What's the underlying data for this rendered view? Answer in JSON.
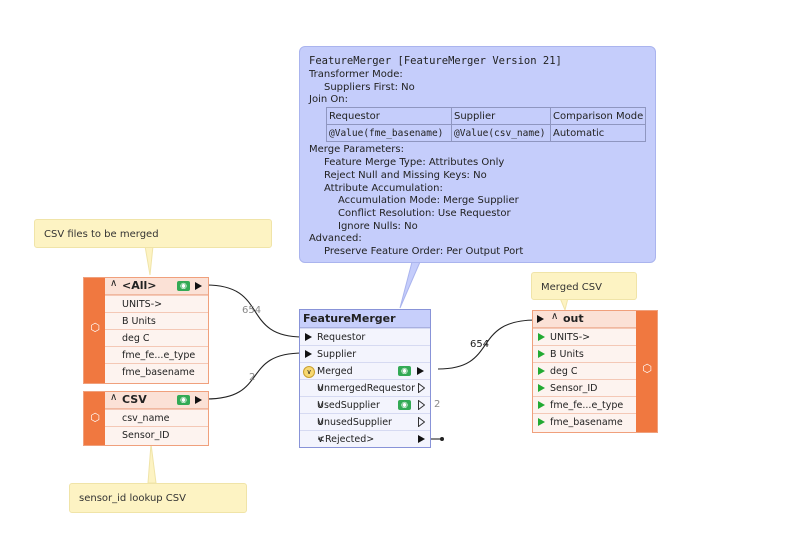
{
  "annotations": {
    "csv_files": "CSV files to be merged",
    "sensor_lookup": "sensor_id lookup CSV",
    "merged_csv": "Merged CSV"
  },
  "summary": {
    "title": "FeatureMerger [FeatureMerger Version 21]",
    "transformer_mode": "Transformer Mode:",
    "suppliers_first": "Suppliers First: No",
    "join_on": "Join On:",
    "join_table": {
      "headers": [
        "Requestor",
        "Supplier",
        "Comparison Mode"
      ],
      "row": [
        "@Value(fme_basename)",
        "@Value(csv_name)",
        "Automatic"
      ]
    },
    "merge_parameters": "Merge Parameters:",
    "feature_merge_type": "Feature Merge Type: Attributes Only",
    "reject_null": "Reject Null and Missing Keys: No",
    "attribute_accumulation": "Attribute Accumulation:",
    "accumulation_mode": "Accumulation Mode: Merge Supplier",
    "conflict_resolution": "Conflict Resolution: Use Requestor",
    "ignore_nulls": "Ignore Nulls: No",
    "advanced": "Advanced:",
    "preserve_order": "Preserve Feature Order: Per Output Port"
  },
  "reader_all": {
    "title": "<All>",
    "attributes": [
      "UNITS->",
      "B Units",
      "deg C",
      "fme_fe...e_type",
      "fme_basename"
    ]
  },
  "reader_csv": {
    "title": "CSV",
    "attributes": [
      "csv_name",
      "Sensor_ID"
    ]
  },
  "feature_merger": {
    "title": "FeatureMerger",
    "inputs": [
      "Requestor",
      "Supplier"
    ],
    "outputs": [
      "Merged",
      "UnmergedRequestor",
      "UsedSupplier",
      "UnusedSupplier",
      "<Rejected>"
    ]
  },
  "writer_out": {
    "title": "out",
    "attributes": [
      "UNITS->",
      "B Units",
      "deg C",
      "Sensor_ID",
      "fme_fe...e_type",
      "fme_basename"
    ]
  },
  "counts": {
    "all_to_requestor": "654",
    "csv_to_supplier": "2",
    "merged_to_out": "654",
    "used_supplier": "2"
  },
  "icons": {
    "expand": "chevron-up-icon",
    "collapse": "chevron-down-icon",
    "inspect": "eye-icon",
    "feature_type": "stack-icon",
    "warning": "warning-icon"
  },
  "colors": {
    "reader_writer_accent": "#f07840",
    "transformer_header": "#c7cffb",
    "summary_bubble": "#c5cdfb",
    "annotation": "#fdf3c3",
    "inspect_green": "#33aa55"
  }
}
